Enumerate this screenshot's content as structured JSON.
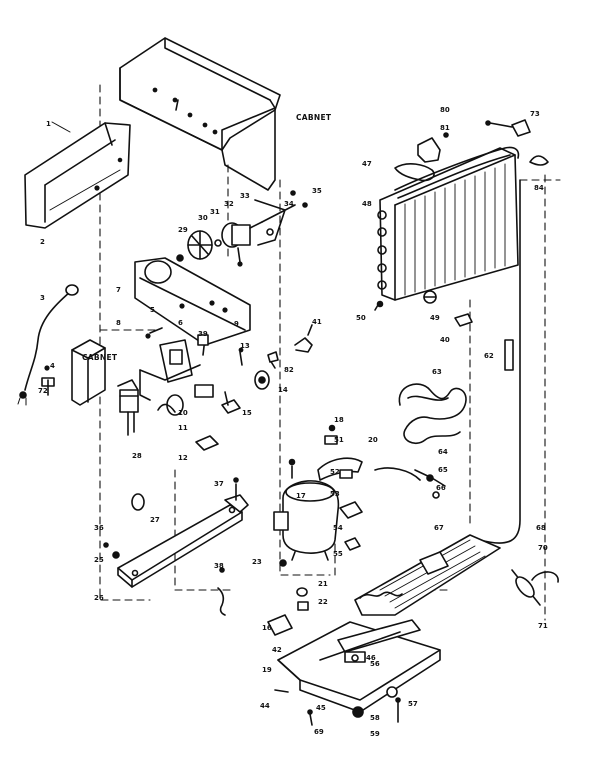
{
  "labels": {
    "cabinet_top": "CABNET",
    "cabinet_left": "CABNET"
  },
  "callouts": {
    "n1": "1",
    "n2": "2",
    "n3": "3",
    "n4": "4",
    "n5": "5",
    "n6": "6",
    "n7": "7",
    "n8": "8",
    "n9": "9",
    "n10": "10",
    "n11": "11",
    "n12": "12",
    "n13": "13",
    "n14": "14",
    "n15": "15",
    "n16": "16",
    "n17": "17",
    "n18": "18",
    "n19": "19",
    "n20": "20",
    "n21": "21",
    "n22": "22",
    "n23": "23",
    "n25": "25",
    "n26": "26",
    "n27": "27",
    "n28": "28",
    "n29": "29",
    "n30": "30",
    "n31": "31",
    "n32": "32",
    "n33": "33",
    "n34": "34",
    "n35": "35",
    "n36": "36",
    "n37": "37",
    "n38": "38",
    "n39": "39",
    "n40": "40",
    "n41": "41",
    "n42": "42",
    "n44": "44",
    "n45": "45",
    "n46": "46",
    "n47": "47",
    "n48": "48",
    "n49": "49",
    "n50": "50",
    "n51": "51",
    "n52": "52",
    "n53": "53",
    "n54": "54",
    "n55": "55",
    "n56": "56",
    "n57": "57",
    "n58": "58",
    "n59": "59",
    "n62": "62",
    "n63": "63",
    "n64": "64",
    "n65": "65",
    "n66": "66",
    "n67": "67",
    "n68": "68",
    "n69": "69",
    "n70": "70",
    "n71": "71",
    "n72": "72",
    "n73": "73",
    "n80": "80",
    "n81": "81",
    "n82": "82",
    "n84": "84"
  }
}
